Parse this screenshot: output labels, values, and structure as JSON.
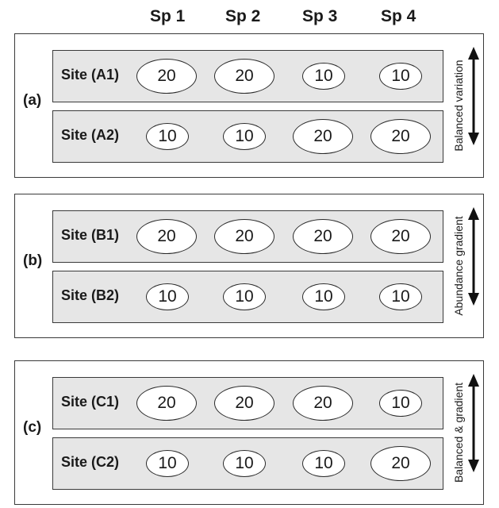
{
  "species_headers": [
    "Sp 1",
    "Sp 2",
    "Sp 3",
    "Sp 4"
  ],
  "panels": [
    {
      "label": "(a)",
      "side_label": "Balanced variation",
      "sites": [
        {
          "label": "Site (A1)",
          "values": [
            "20",
            "20",
            "10",
            "10"
          ]
        },
        {
          "label": "Site (A2)",
          "values": [
            "10",
            "10",
            "20",
            "20"
          ]
        }
      ]
    },
    {
      "label": "(b)",
      "side_label": "Abundance gradient",
      "sites": [
        {
          "label": "Site (B1)",
          "values": [
            "20",
            "20",
            "20",
            "20"
          ]
        },
        {
          "label": "Site (B2)",
          "values": [
            "10",
            "10",
            "10",
            "10"
          ]
        }
      ]
    },
    {
      "label": "(c)",
      "side_label": "Balanced & gradient",
      "sites": [
        {
          "label": "Site (C1)",
          "values": [
            "20",
            "20",
            "20",
            "10"
          ]
        },
        {
          "label": "Site (C2)",
          "values": [
            "10",
            "10",
            "10",
            "20"
          ]
        }
      ]
    }
  ],
  "colors": {
    "row_fill": "#e6e6e6",
    "stroke": "#2a2a2a",
    "text": "#1a1a1a"
  }
}
